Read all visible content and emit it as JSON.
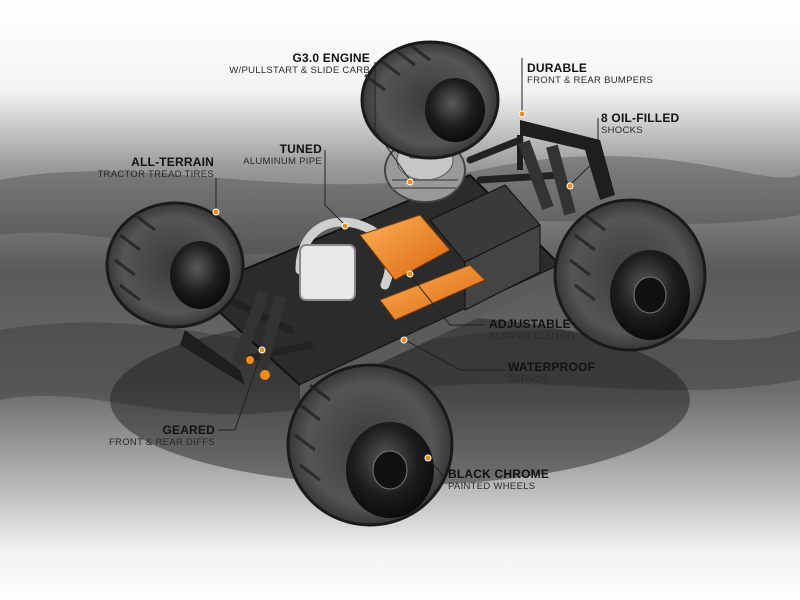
{
  "callouts": {
    "engine": {
      "title": "G3.0 ENGINE",
      "sub": "W/PULLSTART & SLIDE CARB"
    },
    "bumpers": {
      "title": "DURABLE",
      "sub": "FRONT & REAR BUMPERS"
    },
    "shocks": {
      "title": "8 OIL-FILLED",
      "sub": "SHOCKS"
    },
    "pipe": {
      "title": "TUNED",
      "sub": "ALUMINUM PIPE"
    },
    "tires": {
      "title": "ALL-TERRAIN",
      "sub": "TRACTOR TREAD TIRES"
    },
    "clutch": {
      "title": "ADJUSTABLE",
      "sub": "SLIPPER CLUTCH"
    },
    "servos": {
      "title": "WATERPROOF",
      "sub": "SERVOS"
    },
    "diffs": {
      "title": "GEARED",
      "sub": "FRONT & REAR DIFFS"
    },
    "wheels": {
      "title": "BLACK CHROME",
      "sub": "PAINTED WHEELS"
    }
  },
  "colors": {
    "accent": "#f08a1c",
    "leader": "#222222",
    "text": "#111111"
  }
}
